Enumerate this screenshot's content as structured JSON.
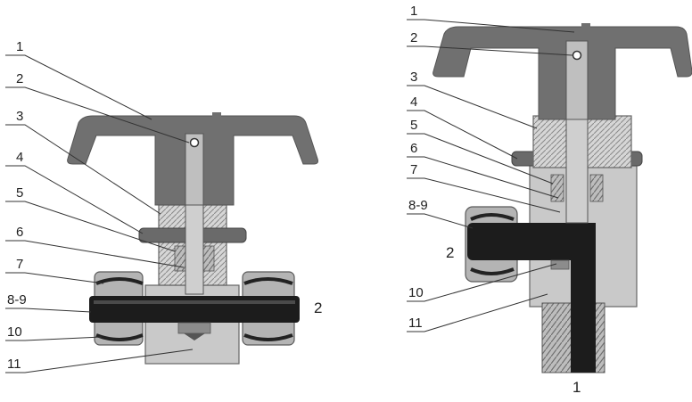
{
  "colors": {
    "handle": "#6e6e6e",
    "body": "#c8c8c8",
    "body_dark": "#9a9a9a",
    "tube": "#1c1c1c",
    "outline": "#555555",
    "leader": "#333333"
  },
  "left_view": {
    "callouts": [
      "1",
      "2",
      "3",
      "4",
      "5",
      "6",
      "7",
      "8-9",
      "10",
      "11"
    ],
    "port_label": "2"
  },
  "right_view": {
    "callouts": [
      "1",
      "2",
      "3",
      "4",
      "5",
      "6",
      "7",
      "8-9",
      "10",
      "11"
    ],
    "port_label_side": "2",
    "port_label_bottom": "1"
  }
}
